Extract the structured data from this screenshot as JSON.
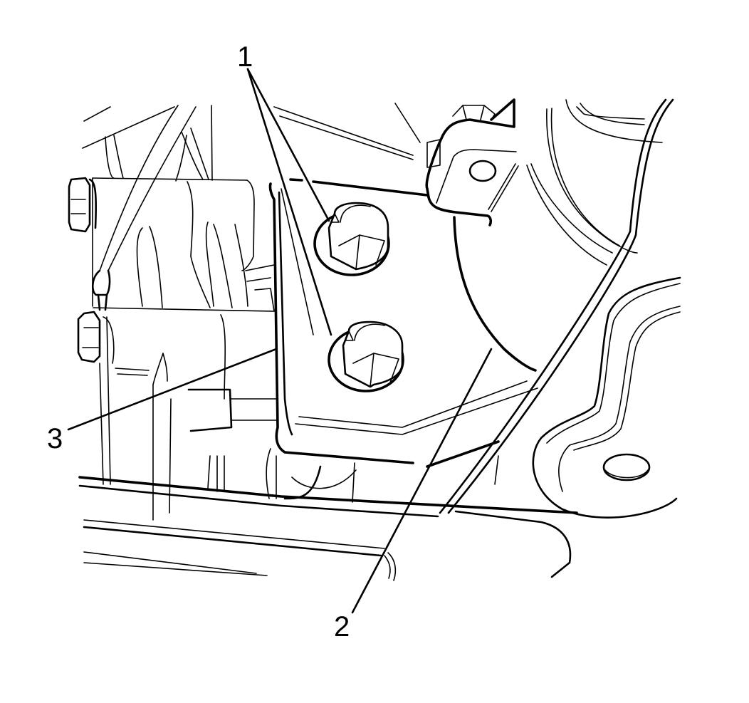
{
  "diagram": {
    "type": "technical line illustration",
    "colors": {
      "line": "#000000",
      "background": "#ffffff"
    },
    "callouts": [
      {
        "id": "1",
        "label": "1",
        "target": "bracket bolts (2)"
      },
      {
        "id": "2",
        "label": "2",
        "target": "bracket"
      },
      {
        "id": "3",
        "label": "3",
        "target": "bracket edge / mounting"
      }
    ]
  }
}
